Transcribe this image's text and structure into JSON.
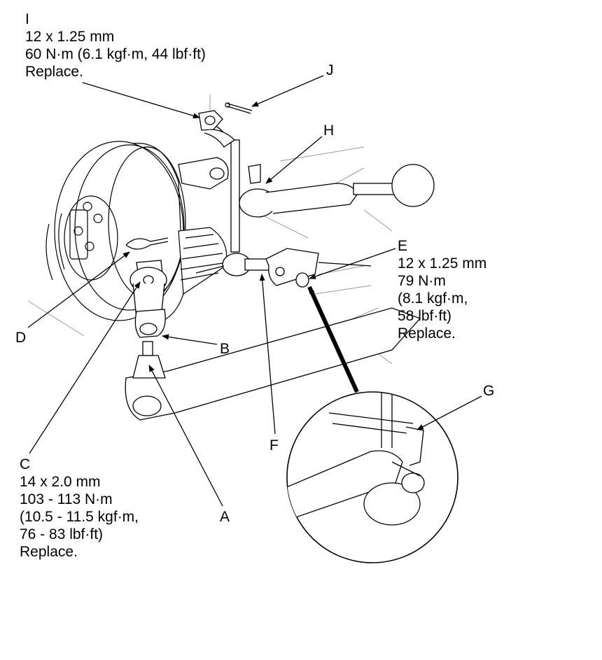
{
  "callouts": {
    "A": {
      "letter": "A"
    },
    "B": {
      "letter": "B"
    },
    "C": {
      "letter": "C",
      "size": "14 x 2.0 mm",
      "torque": "103 - 113 N·m",
      "torque_alt1": "(10.5 - 11.5 kgf·m,",
      "torque_alt2": "76 - 83 lbf·ft)",
      "note": "Replace."
    },
    "D": {
      "letter": "D"
    },
    "E": {
      "letter": "E",
      "size": "12 x 1.25 mm",
      "torque": "79 N·m",
      "torque_alt1": "(8.1 kgf·m,",
      "torque_alt2": "58 lbf·ft)",
      "note": "Replace."
    },
    "F": {
      "letter": "F"
    },
    "G": {
      "letter": "G"
    },
    "H": {
      "letter": "H"
    },
    "I": {
      "letter": "I",
      "size": "12 x 1.25 mm",
      "torque": "60 N·m (6.1 kgf·m, 44 lbf·ft)",
      "note": "Replace."
    },
    "J": {
      "letter": "J"
    }
  },
  "colors": {
    "line": "#000000",
    "background": "#ffffff",
    "background_detail": "#9a9a9a"
  }
}
